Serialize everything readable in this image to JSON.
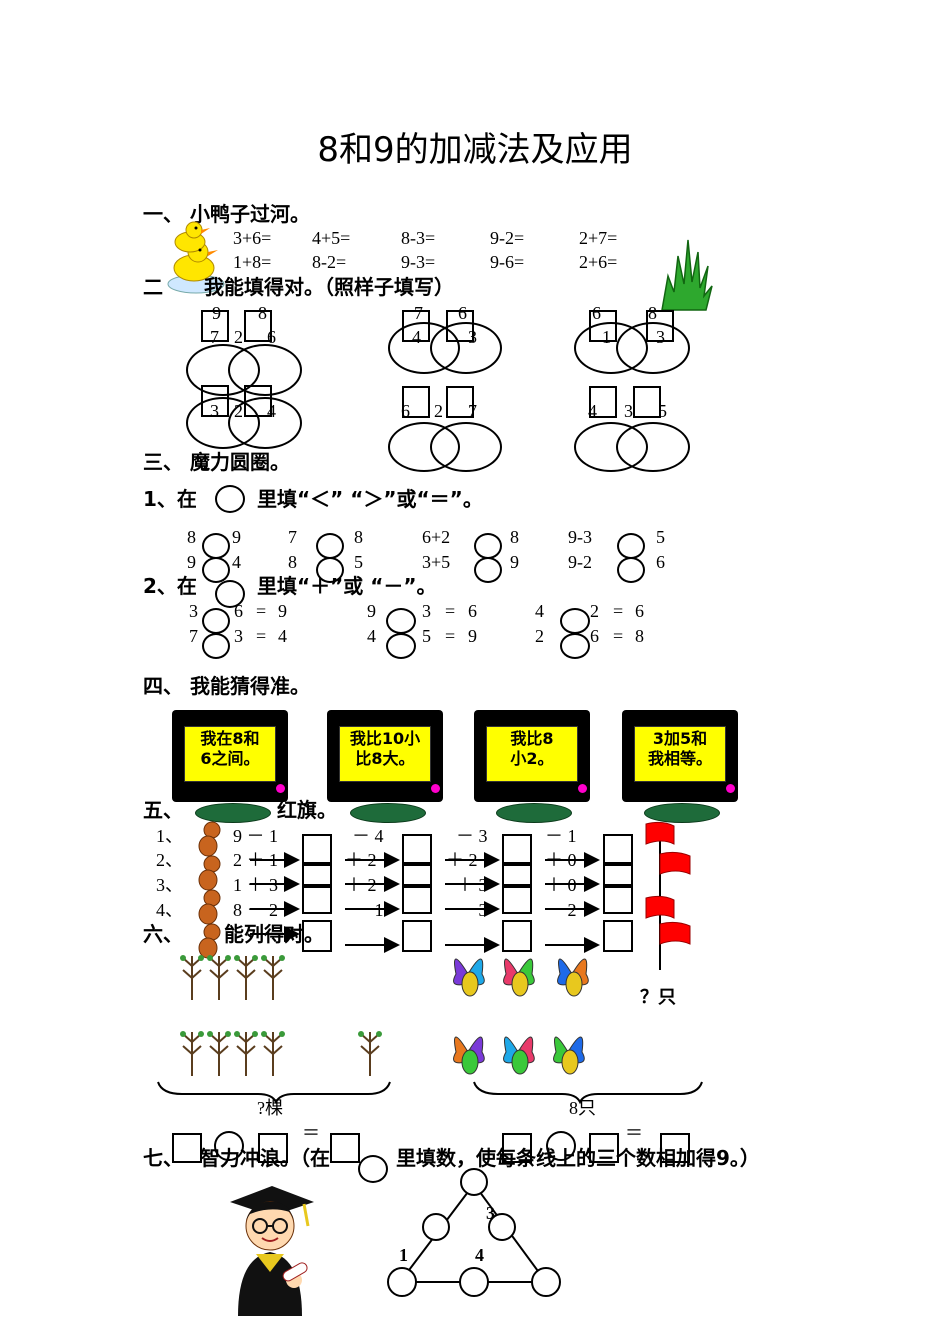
{
  "title": "8和9的加减法及应用",
  "sections": {
    "s1": "一、 小鸭子过河。",
    "s2_prefix": "二",
    "s2": "我能填得对。（照样子填写）",
    "s3": "三、 魔力圆圈。",
    "s3_q1_a": "1、在",
    "s3_q1_b": "里填“＜” “＞”或“＝”。",
    "s3_q2_a": "2、在",
    "s3_q2_b": "里填“＋”或 “－”。",
    "s4": "四、 我能猜得准。",
    "s5_a": "五、",
    "s5_b": "红旗。",
    "s6_a": "六、",
    "s6_b": "能列得对。",
    "s7_a": "七、",
    "s7_b": "智力冲浪。（在",
    "s7_c": "里填数，使每条线上的三个数相加得9。）"
  },
  "duck_row1": [
    "3+6=",
    "4+5=",
    "8-3=",
    "9-2=",
    "2+7="
  ],
  "duck_row2": [
    "1+8=",
    "8-2=",
    "9-3=",
    "9-6=",
    "2+6="
  ],
  "split": {
    "g1": {
      "top": [
        "9",
        "8"
      ],
      "row": [
        "7",
        "2",
        "6"
      ],
      "bottom_row": [
        "3",
        "2",
        "4"
      ]
    },
    "g2": {
      "top": [
        "7",
        "6"
      ],
      "boxes": [
        "4",
        "3"
      ],
      "bottom_row": [
        "6",
        "2",
        "7"
      ]
    },
    "g3": {
      "top": [
        "6",
        "8"
      ],
      "boxes": [
        "1",
        "3"
      ],
      "bottom_row": [
        "4",
        "3",
        "5"
      ]
    }
  },
  "compare": {
    "row1": [
      [
        "8",
        "9"
      ],
      [
        "7",
        "8"
      ],
      [
        "6+2",
        "8"
      ],
      [
        "9-3",
        "5"
      ]
    ],
    "row2": [
      [
        "9",
        "4"
      ],
      [
        "8",
        "5"
      ],
      [
        "3+5",
        "9"
      ],
      [
        "9-2",
        "6"
      ]
    ]
  },
  "signs": {
    "row1": [
      [
        "3",
        "6",
        "=",
        "9"
      ],
      [
        "9",
        "3",
        "=",
        "6"
      ],
      [
        "4",
        "2",
        "=",
        "6"
      ]
    ],
    "row2": [
      [
        "7",
        "3",
        "=",
        "4"
      ],
      [
        "4",
        "5",
        "=",
        "9"
      ],
      [
        "2",
        "6",
        "=",
        "8"
      ]
    ]
  },
  "monitors": [
    {
      "line1": "我在8和",
      "line2": "6之间。"
    },
    {
      "line1": "我比10小",
      "line2": "比8大。"
    },
    {
      "line1": "我比8",
      "line2": "小2。"
    },
    {
      "line1": "3加5和",
      "line2": "我相等。"
    }
  ],
  "chain": {
    "labels": [
      "1、",
      "2、",
      "3、",
      "4、"
    ],
    "starts": [
      "9 － 1",
      "2 ＋ 1",
      "1 ＋ 3",
      "8 － 2"
    ],
    "ops2": [
      "－ 4",
      "＋ 2",
      "＋ 2",
      "－ 1"
    ],
    "ops3": [
      "－ 3",
      "＋ 2",
      "＋ 3",
      "－ 3"
    ],
    "ops4": [
      "－ 1",
      "＋ 0",
      "＋ 0",
      "－ 2"
    ]
  },
  "word_problem": {
    "left_label": "?棵",
    "right_label": "8只",
    "question": "？只",
    "equals": "＝"
  },
  "triangle": {
    "n1": "3",
    "n2": "1",
    "n3": "4"
  },
  "colors": {
    "screen": "#ffff00",
    "flag": "#ff0000",
    "base": "#1e6b3a",
    "led": "#ff00cc"
  }
}
